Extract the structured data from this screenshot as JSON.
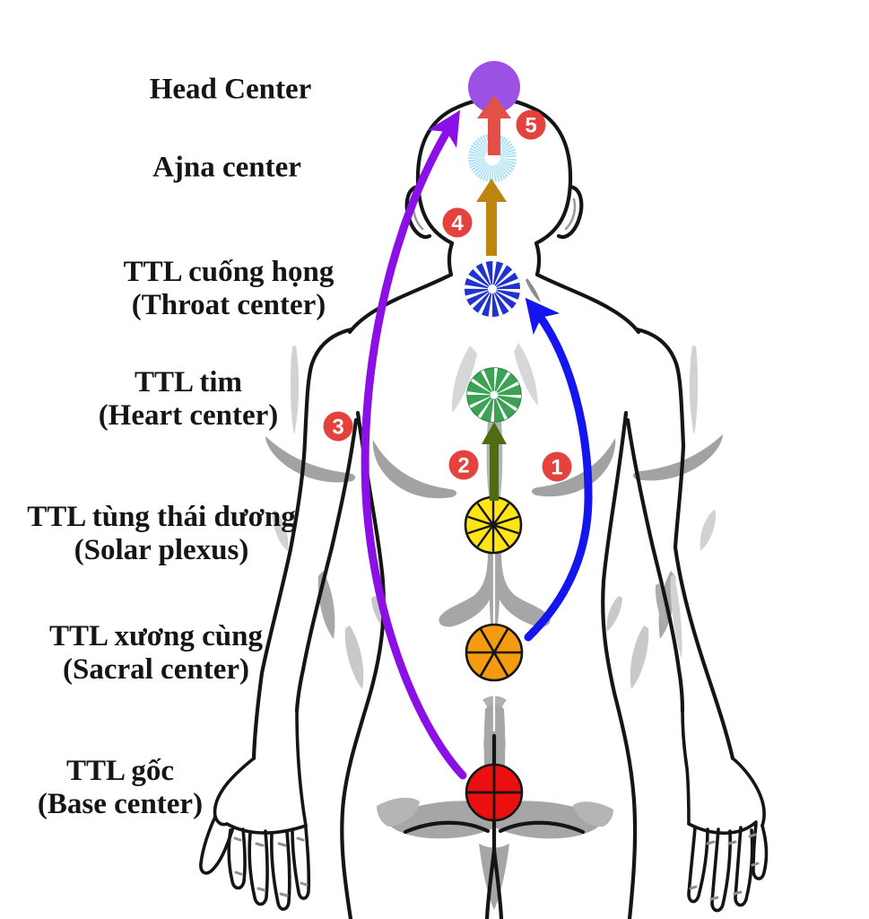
{
  "diagram": {
    "background": "#ffffff",
    "labels": [
      {
        "main": "Head Center",
        "sub": ""
      },
      {
        "main": "Ajna center",
        "sub": ""
      },
      {
        "main": "TTL cuống họng",
        "sub": "(Throat center)"
      },
      {
        "main": "TTL tim",
        "sub": "(Heart center)"
      },
      {
        "main": "TTL tùng thái dương",
        "sub": "(Solar plexus)"
      },
      {
        "main": "TTL xương cùng",
        "sub": "(Sacral center)"
      },
      {
        "main": "TTL gốc",
        "sub": "(Base center)"
      }
    ],
    "chakras": [
      {
        "name": "head-center",
        "color": "#9c51e5"
      },
      {
        "name": "ajna-center",
        "color": "#aadef5"
      },
      {
        "name": "throat-center",
        "color": "#2033d0"
      },
      {
        "name": "heart-center",
        "color": "#3ca355"
      },
      {
        "name": "solar-plexus",
        "color": "#ffe517"
      },
      {
        "name": "sacral-center",
        "color": "#f69b10"
      },
      {
        "name": "base-center",
        "color": "#ec0f0f"
      }
    ],
    "steps": [
      {
        "label": "1"
      },
      {
        "label": "2"
      },
      {
        "label": "3"
      },
      {
        "label": "4"
      },
      {
        "label": "5"
      }
    ],
    "step_badge_color": "#e5423e",
    "step_badge_text_color": "#ffffff",
    "arrows": {
      "purple": "#8b10e6",
      "blue": "#1515f0",
      "red": "#e25048",
      "gold": "#bd850e",
      "olive": "#4e6c12"
    },
    "figure": {
      "outline_color": "#151515",
      "muscle_gray": "#a6a6a6",
      "muscle_light_gray": "#cfcfcf"
    }
  }
}
